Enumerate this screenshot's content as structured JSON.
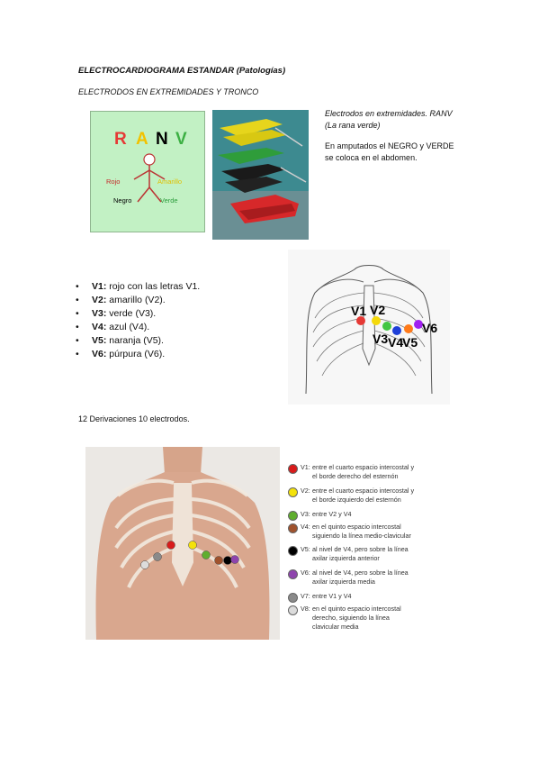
{
  "doc": {
    "title": "ELECTROCARDIOGRAMA ESTANDAR (Patologías)",
    "subtitle": "ELECTRODOS EN EXTREMIDADES Y TRONCO",
    "note_italic_1": "Electrodos en extremidades. RANV",
    "note_italic_2": "(La rana verde)",
    "note_1": "En amputados el NEGRO y VERDE",
    "note_2": "se coloca en el abdomen.",
    "section_12": "12 Derivaciones 10 electrodos."
  },
  "ranv": {
    "letters": [
      "R",
      "A",
      "N",
      "V"
    ],
    "letter_colors": [
      "#e53935",
      "#f2c200",
      "#000000",
      "#3cb043"
    ],
    "labels": {
      "rojo": "Rojo",
      "amarillo": "Amarillo",
      "negro": "Negro",
      "verde": "Verde"
    }
  },
  "leads": [
    {
      "code": "V1:",
      "desc": " rojo con las letras V1."
    },
    {
      "code": "V2:",
      "desc": " amarillo (V2)."
    },
    {
      "code": "V3:",
      "desc": " verde (V3)."
    },
    {
      "code": "V4:",
      "desc": " azul (V4)."
    },
    {
      "code": "V5:",
      "desc": " naranja (V5)."
    },
    {
      "code": "V6:",
      "desc": " púrpura (V6)."
    }
  ],
  "chest_labels": [
    "V1",
    "V2",
    "V3",
    "V4",
    "V5",
    "V6"
  ],
  "chest_colors": {
    "v1": "#e53935",
    "v2": "#f5d90a",
    "v3": "#43c643",
    "v4": "#1e3fd8",
    "v5": "#ff7a1a",
    "v6": "#a020f0"
  },
  "legend": [
    {
      "code": "V1:",
      "color": "#d81b1b",
      "lines": [
        "entre el cuarto espacio intercostal y",
        "el borde derecho del esternón"
      ]
    },
    {
      "code": "V2:",
      "color": "#f4e20a",
      "lines": [
        "entre el cuarto espacio intercostal y",
        "el borde izquierdo del esternón"
      ]
    },
    {
      "code": "V3:",
      "color": "#5fae2e",
      "lines": [
        "entre V2 y V4"
      ]
    },
    {
      "code": "V4:",
      "color": "#a0522d",
      "lines": [
        "en el quinto espacio intercostal",
        "siguiendo la línea medio-clavicular"
      ]
    },
    {
      "code": "V5:",
      "color": "#000000",
      "lines": [
        "al nivel de V4, pero sobre la línea",
        "axilar izquierda anterior"
      ]
    },
    {
      "code": "V6:",
      "color": "#8e44ad",
      "lines": [
        "al nivel de V4, pero sobre la línea",
        "axilar izquierda media"
      ]
    },
    {
      "code": "V7:",
      "color": "#8a8a8a",
      "lines": [
        "entre V1 y V4"
      ]
    },
    {
      "code": "V8:",
      "color": "#dcdcdc",
      "lines": [
        "en el quinto espacio intercostal",
        "derecho, siguiendo la línea",
        "clavicular media"
      ]
    }
  ]
}
